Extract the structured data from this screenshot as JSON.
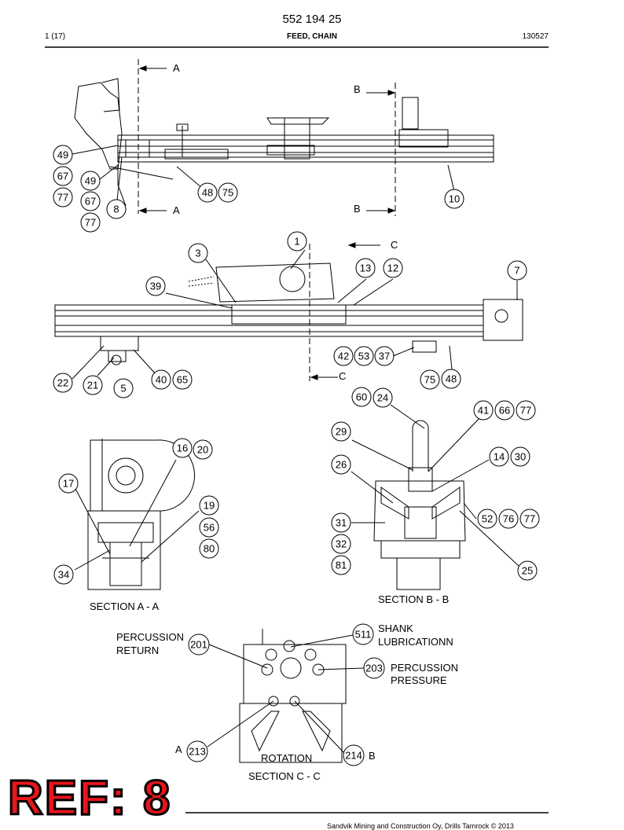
{
  "header": {
    "doc_number": "552 194 25",
    "page": "1 (17)",
    "title": "FEED, CHAIN",
    "date": "130527"
  },
  "section_markers": [
    "A",
    "A",
    "B",
    "B",
    "C",
    "C"
  ],
  "section_titles": {
    "aa": "SECTION A - A",
    "bb": "SECTION B - B",
    "cc": "SECTION C - C"
  },
  "port_labels": {
    "percussion_return_1": "PERCUSSION",
    "percussion_return_2": "RETURN",
    "shank_lub_1": "SHANK",
    "shank_lub_2": "LUBRICATIONN",
    "percussion_pressure_1": "PERCUSSION",
    "percussion_pressure_2": "PRESSURE",
    "rotation": "ROTATION",
    "port_a": "A",
    "port_b": "B"
  },
  "callouts": [
    "49",
    "67",
    "77",
    "49",
    "67",
    "77",
    "8",
    "48",
    "75",
    "10",
    "1",
    "3",
    "39",
    "13",
    "12",
    "7",
    "22",
    "21",
    "5",
    "40",
    "65",
    "42",
    "53",
    "37",
    "75",
    "48",
    "60",
    "24",
    "41",
    "66",
    "77",
    "29",
    "14",
    "30",
    "26",
    "31",
    "32",
    "81",
    "52",
    "76",
    "77",
    "25",
    "16",
    "20",
    "17",
    "19",
    "56",
    "80",
    "34",
    "201",
    "511",
    "203",
    "213",
    "214"
  ],
  "ref_stamp": "REF: 8",
  "footer": "Sandvik Mining and Construction Oy, Drills Tamrock © 2013"
}
